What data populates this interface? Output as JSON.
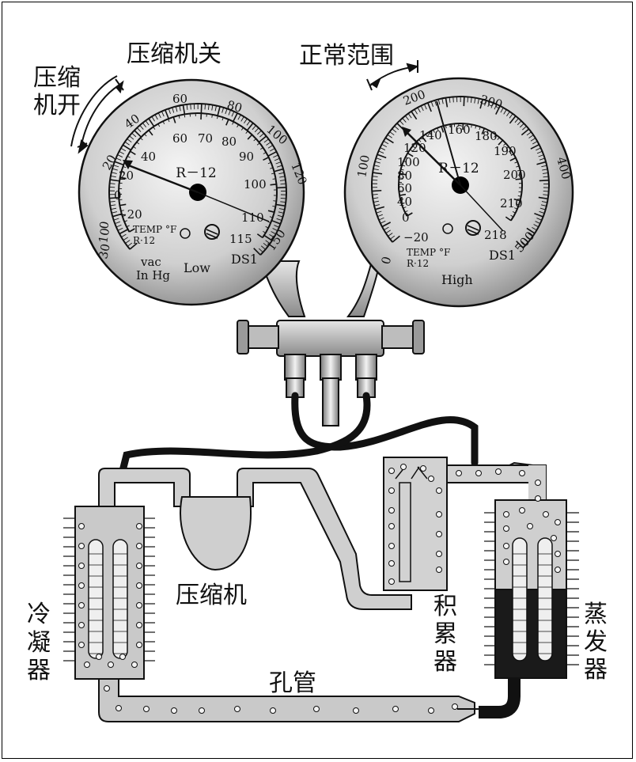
{
  "labels": {
    "compressor_off": "压缩机关",
    "compressor_on_line1": "压缩",
    "compressor_on_line2": "机开",
    "normal_range": "正常范围",
    "compressor": "压缩机",
    "condenser": [
      "冷",
      "凝",
      "器"
    ],
    "accumulator": [
      "积",
      "累",
      "器"
    ],
    "evaporator": [
      "蒸",
      "发",
      "器"
    ],
    "orifice_tube": "孔管"
  },
  "low_gauge": {
    "refrigerant": "R－12",
    "temp_label": "TEMP °F",
    "temp_ref": "R·12",
    "vac_label": "vac",
    "unit_label": "In Hg",
    "side_label": "Low",
    "brand": "DS1",
    "outer_scale": [
      "30",
      "10",
      "0",
      "20",
      "40",
      "60",
      "80",
      "100",
      "120",
      "150"
    ],
    "inner_scale": [
      "−20",
      "0",
      "20",
      "40",
      "60",
      "70",
      "80",
      "90",
      "100",
      "110",
      "115"
    ]
  },
  "high_gauge": {
    "refrigerant": "R－12",
    "temp_label": "TEMP °F",
    "temp_ref": "R·12",
    "side_label": "High",
    "brand": "DS1",
    "outer_scale": [
      "0",
      "100",
      "200",
      "300",
      "400",
      "500"
    ],
    "inner_scale": [
      "−20",
      "0",
      "40",
      "60",
      "80",
      "100",
      "120",
      "140",
      "160",
      "180",
      "190",
      "200",
      "210",
      "218"
    ]
  },
  "colors": {
    "line": "#111111",
    "gauge_face": "#dcdcdc",
    "pipe": "#c9c9c9",
    "evaporator_dark": "#1a1a1a"
  }
}
